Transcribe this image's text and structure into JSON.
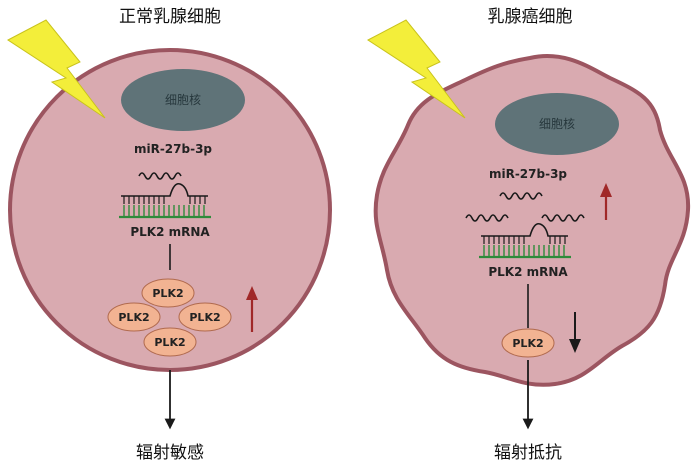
{
  "left_panel": {
    "title": "正常乳腺细胞",
    "nucleus": "细胞核",
    "mirna": "miR-27b-3p",
    "mrna": "PLK2 mRNA",
    "proteins": [
      "PLK2",
      "PLK2",
      "PLK2",
      "PLK2"
    ],
    "mirna_trend": "",
    "protein_trend": "up",
    "outcome": "辐射敏感"
  },
  "right_panel": {
    "title": "乳腺癌细胞",
    "nucleus": "细胞核",
    "mirna": "miR-27b-3p",
    "mrna": "PLK2 mRNA",
    "proteins": [
      "PLK2"
    ],
    "mirna_trend": "up",
    "protein_trend": "down",
    "outcome": "辐射抵抗"
  },
  "colors": {
    "cell_fill": "#d9aab0",
    "cell_border": "#9c5560",
    "nucleus_fill": "#5f7378",
    "protein_fill": "#f2b392",
    "protein_border": "#b06a4e",
    "up_arrow": "#a02828",
    "down_arrow": "#1a1a1a",
    "lightning": "#f3ee3a",
    "mrna_green": "#2e8b3a"
  }
}
